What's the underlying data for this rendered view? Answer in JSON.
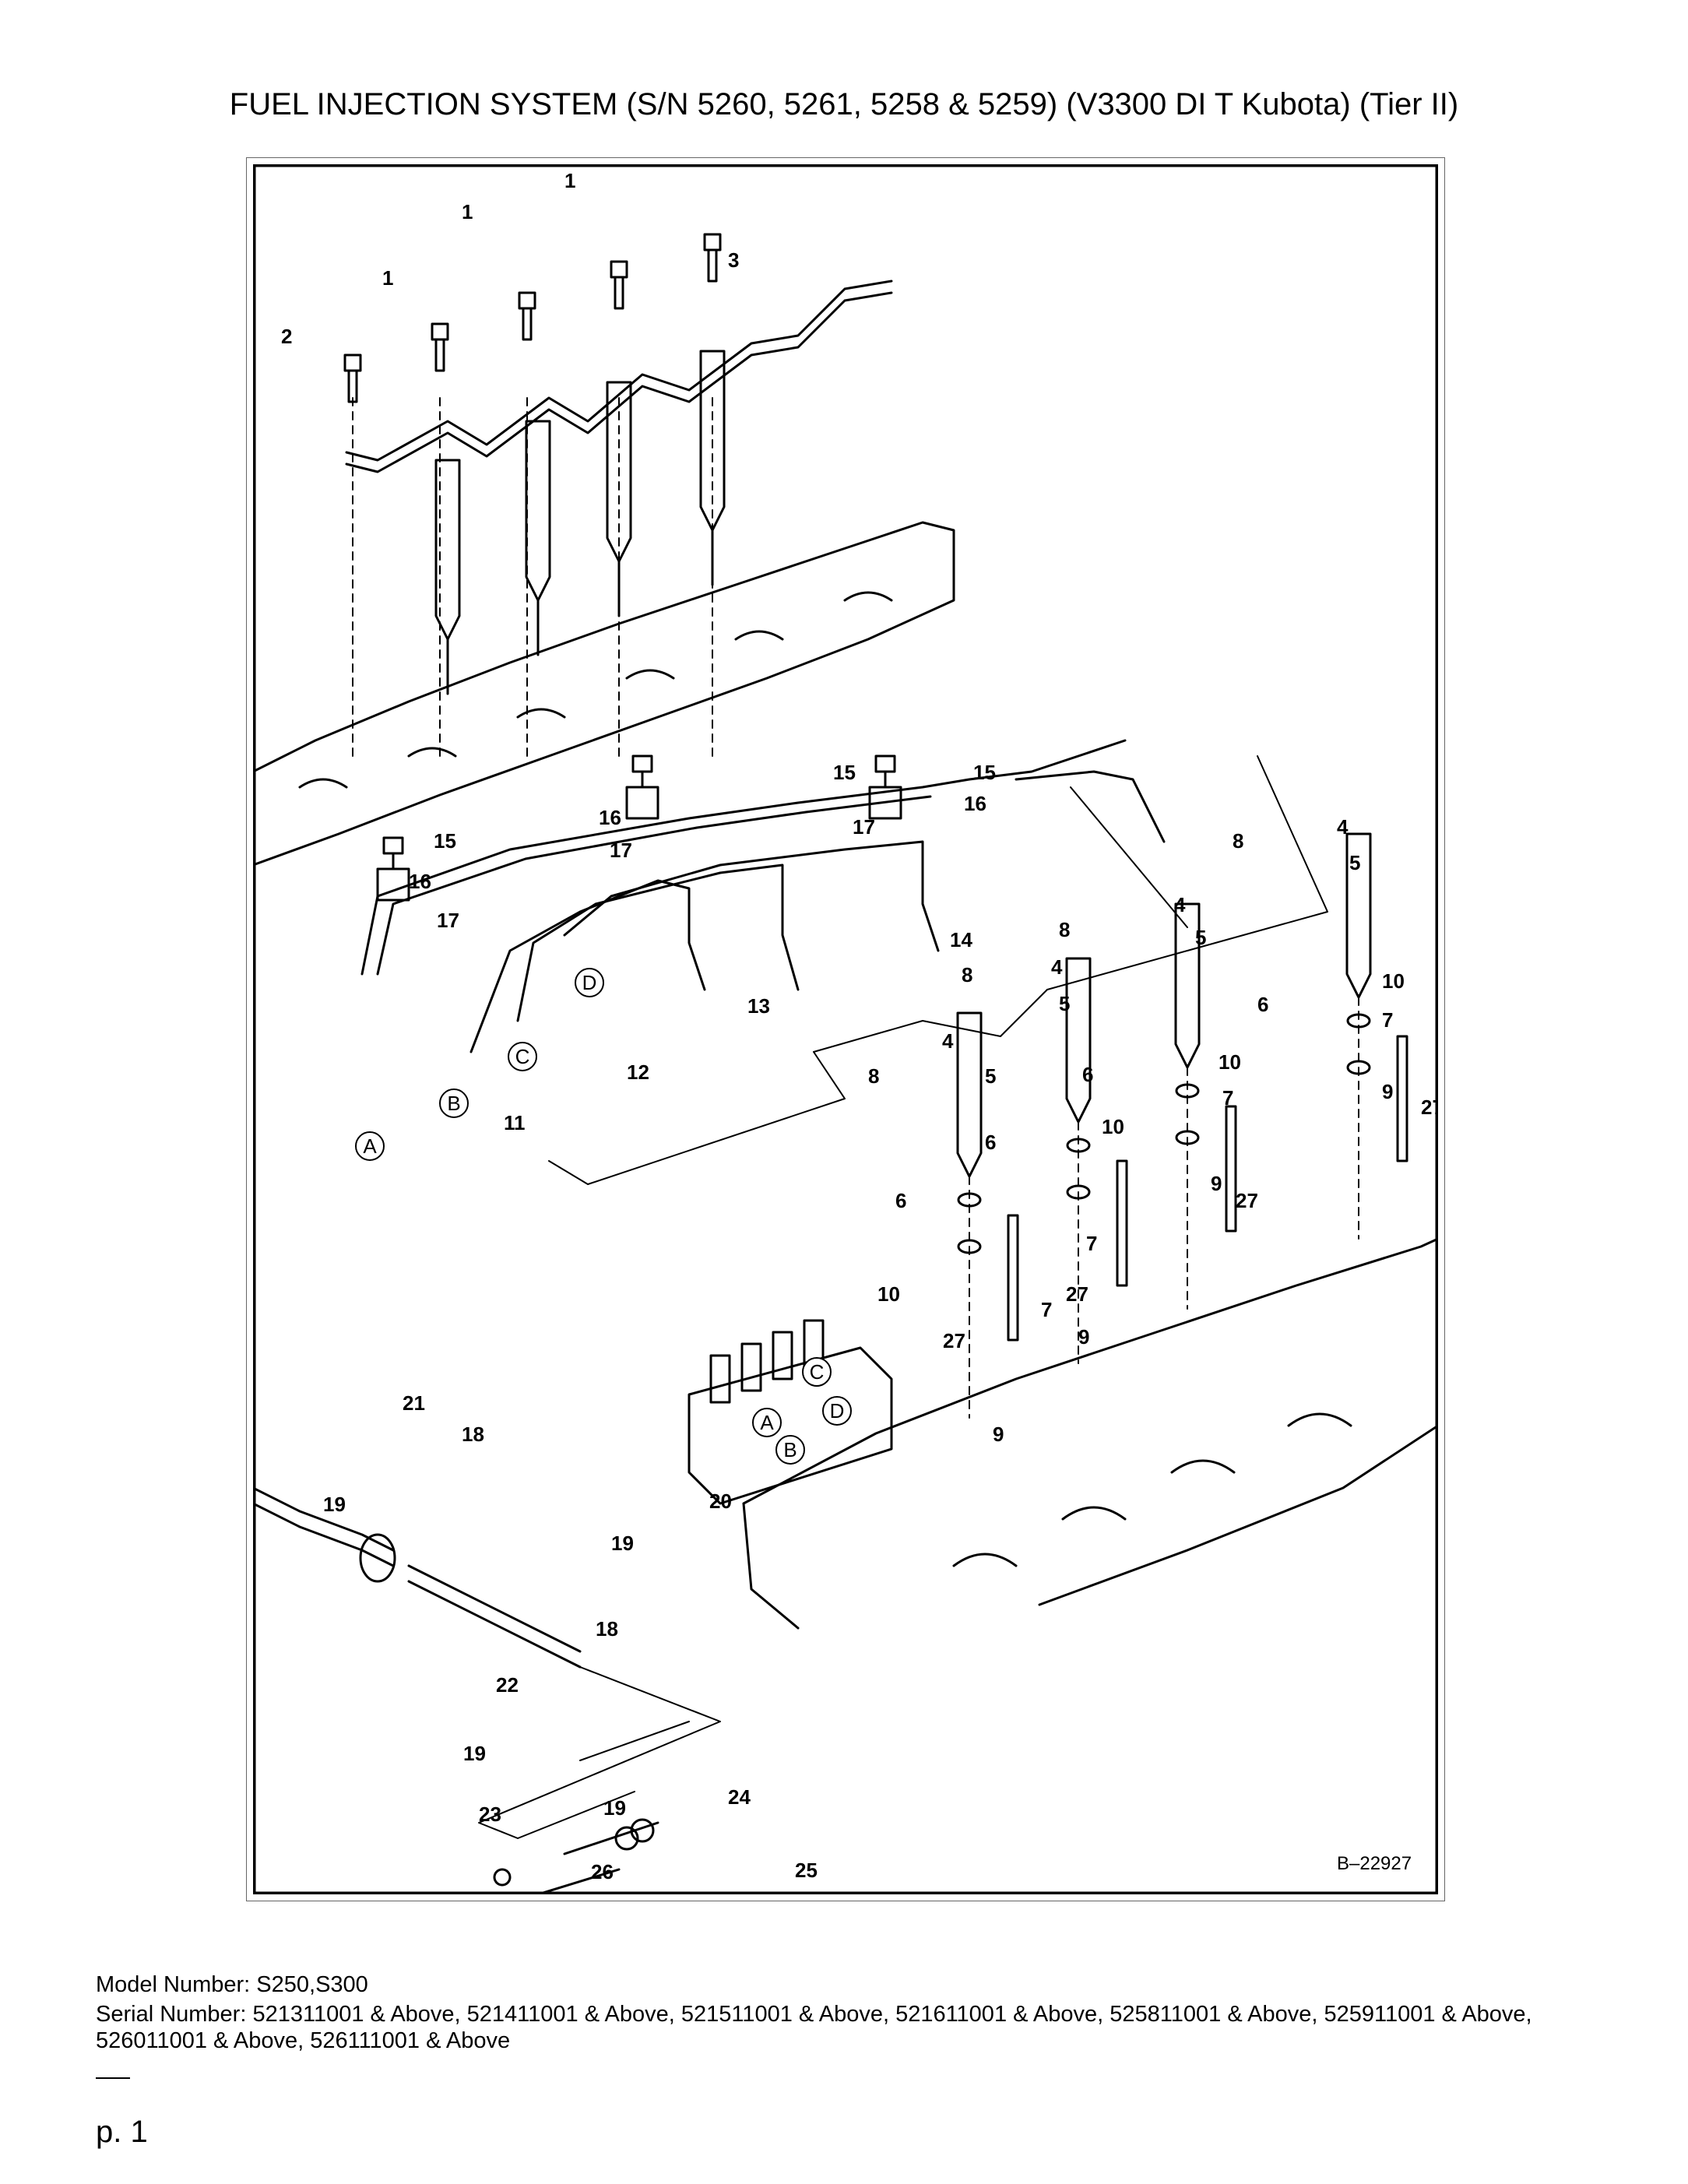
{
  "title": "FUEL INJECTION SYSTEM (S/N 5260, 5261, 5258 & 5259) (V3300 DI T Kubota) (Tier II)",
  "figure": {
    "figure_id": "B–22927",
    "part_labels": [
      "1",
      "1",
      "1",
      "2",
      "3",
      "4",
      "4",
      "4",
      "4",
      "5",
      "5",
      "5",
      "5",
      "6",
      "6",
      "6",
      "6",
      "7",
      "7",
      "7",
      "7",
      "8",
      "8",
      "8",
      "8",
      "9",
      "9",
      "9",
      "9",
      "10",
      "10",
      "10",
      "10",
      "11",
      "12",
      "13",
      "14",
      "15",
      "15",
      "15",
      "16",
      "16",
      "16",
      "17",
      "17",
      "17",
      "18",
      "18",
      "19",
      "19",
      "19",
      "19",
      "20",
      "21",
      "22",
      "23",
      "24",
      "25",
      "26",
      "27",
      "27",
      "27",
      "27"
    ],
    "connection_labels": [
      "A",
      "B",
      "C",
      "D",
      "A",
      "B",
      "C",
      "D"
    ]
  },
  "footer": {
    "model": "Model Number: S250,S300",
    "serial": "Serial Number: 521311001 & Above, 521411001 & Above, 521511001 & Above, 521611001 & Above, 525811001 & Above, 525911001 & Above, 526011001 & Above, 526111001 & Above"
  },
  "page_number": "p. 1"
}
